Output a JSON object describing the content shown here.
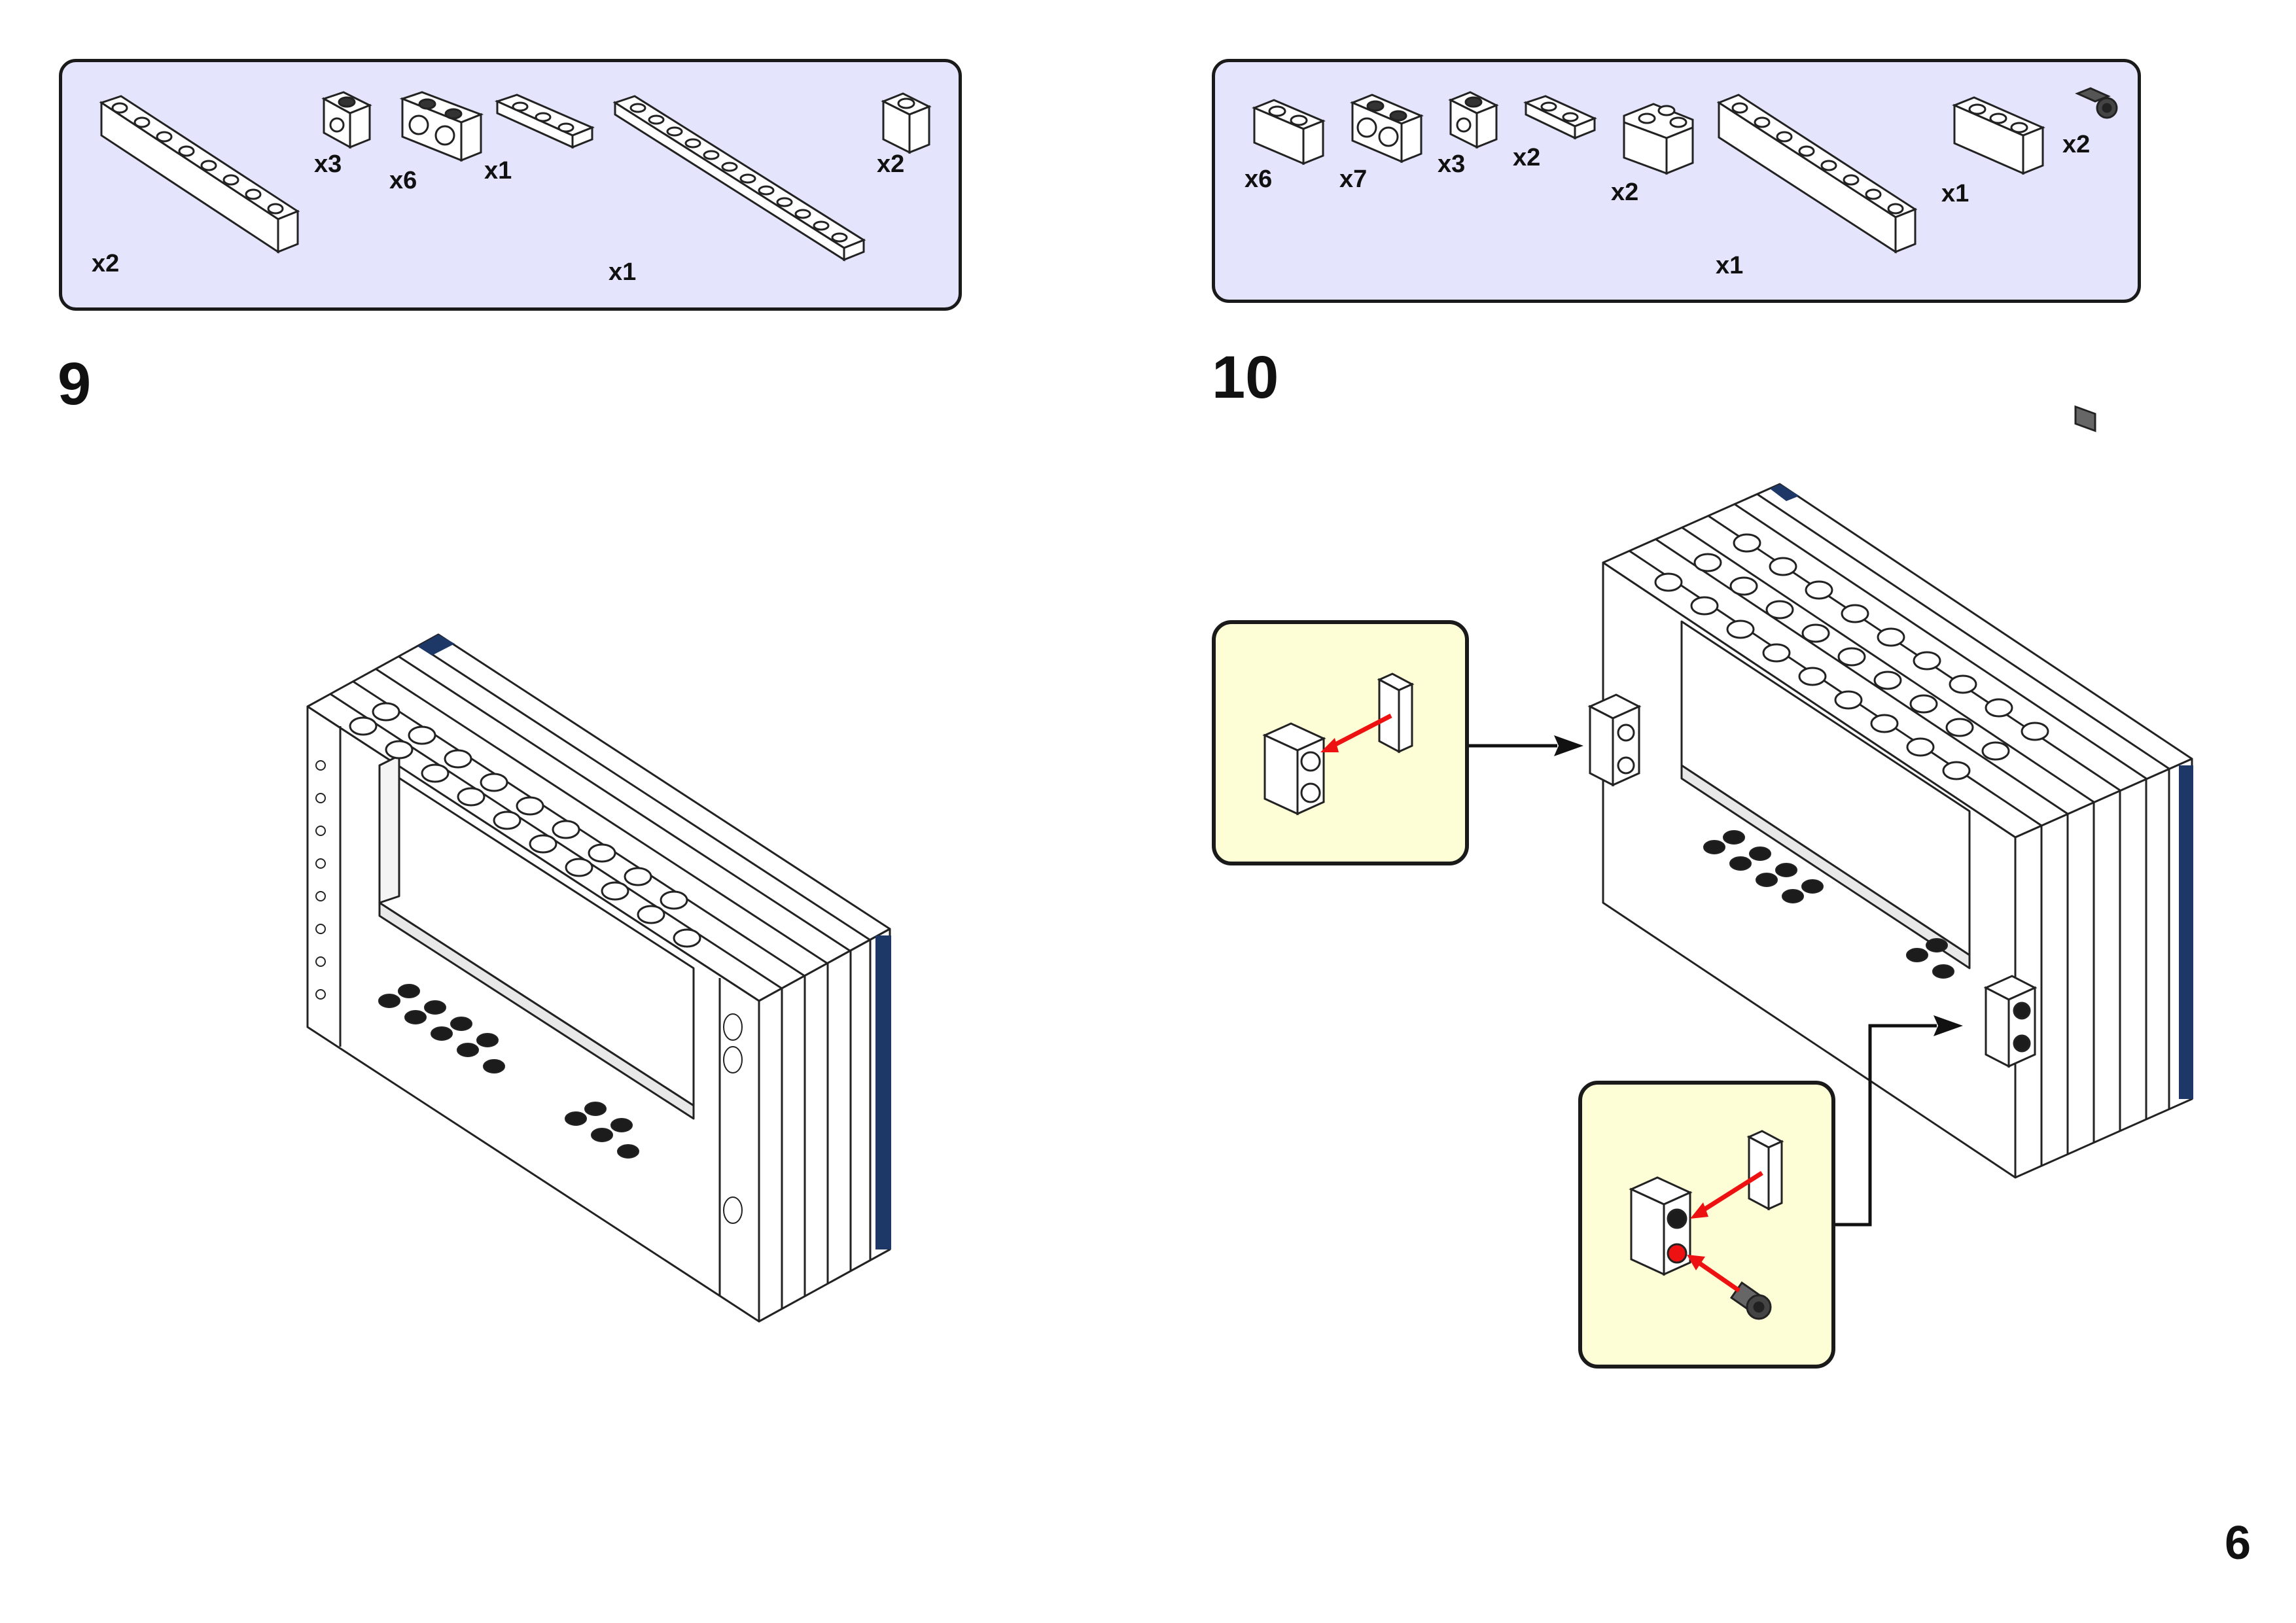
{
  "page_number": "6",
  "steps": [
    {
      "number": "9",
      "parts": [
        {
          "name": "brick-1x8",
          "qty": "x2"
        },
        {
          "name": "technic-brick-1x1",
          "qty": "x3"
        },
        {
          "name": "technic-brick-1x2",
          "qty": "x6"
        },
        {
          "name": "plate-1x3",
          "qty": "x1"
        },
        {
          "name": "plate-1x12",
          "qty": "x1"
        },
        {
          "name": "brick-1x1",
          "qty": "x2"
        }
      ]
    },
    {
      "number": "10",
      "parts": [
        {
          "name": "brick-1x2",
          "qty": "x6"
        },
        {
          "name": "technic-brick-1x2",
          "qty": "x7"
        },
        {
          "name": "technic-brick-1x1",
          "qty": "x3"
        },
        {
          "name": "plate-1x2",
          "qty": "x2"
        },
        {
          "name": "brick-2x2-corner",
          "qty": "x2"
        },
        {
          "name": "brick-1x8",
          "qty": "x1"
        },
        {
          "name": "brick-1x3",
          "qty": "x1"
        },
        {
          "name": "technic-pin-dark-gray",
          "qty": "x2"
        }
      ]
    }
  ],
  "colors": {
    "parts_box_bg": "#e4e4fc",
    "callout_bg": "#fdfdd6",
    "brick_white": "#ffffff",
    "stud_black": "#1c1c1c",
    "accent_navy": "#1d3866",
    "arrow_red": "#ee1111",
    "pin_gray": "#555555"
  }
}
